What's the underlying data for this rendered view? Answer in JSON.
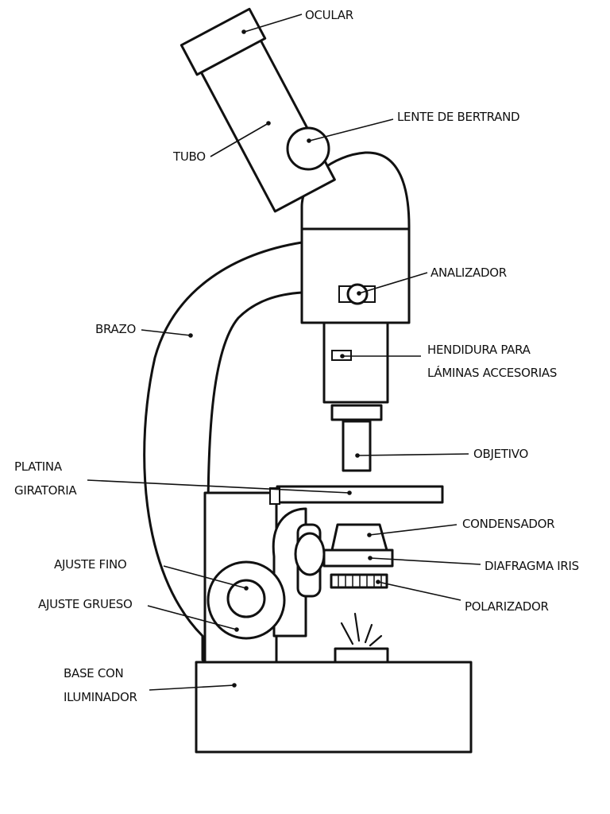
{
  "labels": {
    "ocular": "OCULAR",
    "lente_bertrand": "LENTE DE BERTRAND",
    "tubo": "TUBO",
    "analizador": "ANALIZADOR",
    "brazo": "BRAZO",
    "hendidura_1": "HENDIDURA PARA",
    "hendidura_2": "LÁMINAS ACCESORIAS",
    "objetivo": "OBJETIVO",
    "platina_1": "PLATINA",
    "platina_2": "GIRATORIA",
    "condensador": "CONDENSADOR",
    "diafragma": "DIAFRAGMA IRIS",
    "ajuste_fino": "AJUSTE FINO",
    "ajuste_grueso": "AJUSTE GRUESO",
    "polarizador": "POLARIZADOR",
    "base_1": "BASE CON",
    "base_2": "ILUMINADOR"
  }
}
